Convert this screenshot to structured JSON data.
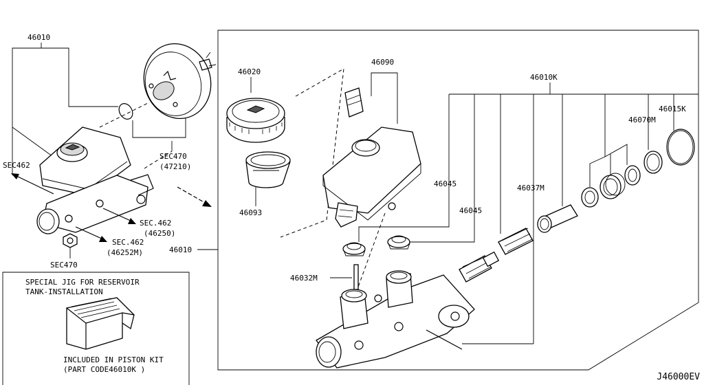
{
  "diagram_code": "J46000EV",
  "labels": {
    "assy_top": "46010",
    "sec462_left": "SEC462",
    "sec470_booster": "SEC470",
    "sec470_booster_sub": "(47210)",
    "sec462_a": "SEC.462",
    "sec462_a_sub": "(46250)",
    "sec462_b": "SEC.462",
    "sec462_b_sub": "(46252M)",
    "sec470_bottom": "SEC470",
    "assy_right": "46010",
    "cap": "46020",
    "strainer": "46093",
    "reservoir": "46090",
    "kit": "46010K",
    "grommet_a": "46045",
    "grommet_b": "46045",
    "pin": "46032M",
    "piston_secondary": "46037M",
    "cup_seal": "46070M",
    "snap_ring": "46015K"
  },
  "jig": {
    "title_line1": "SPECIAL JIG FOR RESERVOIR",
    "title_line2": "TANK-INSTALLATION",
    "note_line1": "INCLUDED IN PISTON KIT",
    "note_line2": "(PART CODE46010K )"
  }
}
